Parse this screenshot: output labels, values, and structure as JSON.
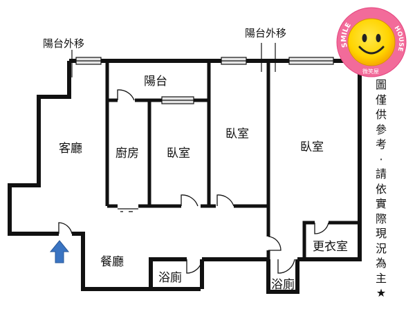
{
  "floorplan": {
    "balcony_move_left": "陽台外移",
    "balcony_move_right": "陽台外移",
    "rooms": {
      "balcony": "陽台",
      "living_room": "客廳",
      "kitchen": "廚房",
      "bedroom_small": "臥室",
      "bedroom_middle": "臥室",
      "bedroom_master": "臥室",
      "dining_room": "餐廳",
      "bathroom_1": "浴廁",
      "bathroom_2": "浴廁",
      "dressing_room": "更衣室"
    },
    "disclaimer": [
      "圖",
      "僅",
      "供",
      "參",
      "考",
      "·",
      "請",
      "依",
      "實",
      "際",
      "現",
      "況",
      "為",
      "主",
      "★"
    ]
  },
  "logo": {
    "text_top": "SMILE",
    "text_right": "HOUSE",
    "text_bottom": "微笑屋"
  },
  "colors": {
    "walls": "#111111",
    "entrance_arrow": "#3a74c2",
    "logo_sun": "#ffd400",
    "logo_ring": "#f26b9a"
  }
}
